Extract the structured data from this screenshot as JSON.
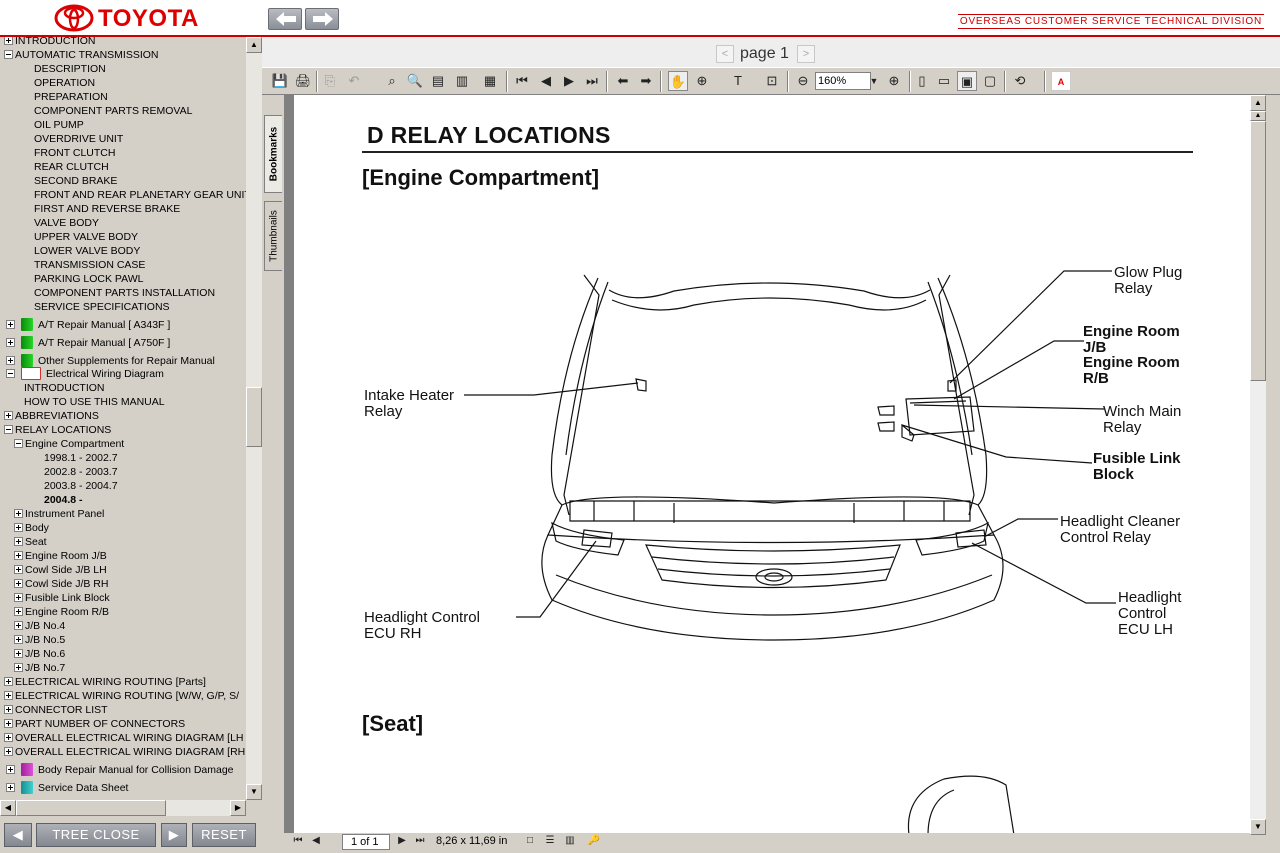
{
  "header": {
    "brand": "TOYOTA",
    "division": "OVERSEAS CUSTOMER SERVICE TECHNICAL DIVISION",
    "colors": {
      "brand_red": "#d00000"
    }
  },
  "tree": {
    "items": [
      {
        "label": "INTRODUCTION",
        "box": "plus",
        "bold": false
      },
      {
        "label": "AUTOMATIC TRANSMISSION",
        "box": "minus",
        "bold": false
      },
      {
        "label": "DESCRIPTION"
      },
      {
        "label": "OPERATION"
      },
      {
        "label": "PREPARATION"
      },
      {
        "label": "COMPONENT PARTS REMOVAL"
      },
      {
        "label": "OIL PUMP"
      },
      {
        "label": "OVERDRIVE UNIT"
      },
      {
        "label": "FRONT CLUTCH"
      },
      {
        "label": "REAR CLUTCH"
      },
      {
        "label": "SECOND BRAKE"
      },
      {
        "label": "FRONT AND REAR PLANETARY GEAR UNIT"
      },
      {
        "label": "FIRST AND REVERSE BRAKE"
      },
      {
        "label": "VALVE BODY"
      },
      {
        "label": "UPPER VALVE BODY"
      },
      {
        "label": "LOWER VALVE BODY"
      },
      {
        "label": "TRANSMISSION CASE"
      },
      {
        "label": "PARKING LOCK PAWL"
      },
      {
        "label": "COMPONENT PARTS INSTALLATION"
      },
      {
        "label": "SERVICE SPECIFICATIONS"
      },
      {
        "label": "A/T Repair Manual [ A343F ]",
        "icon": "green-book-icon"
      },
      {
        "label": "A/T Repair Manual [ A750F ]",
        "icon": "green-book-icon"
      },
      {
        "label": "Other Supplements for Repair Manual",
        "icon": "green-book-icon"
      },
      {
        "label": "Electrical Wiring Diagram",
        "icon": "wiring-book-icon"
      },
      {
        "label": "INTRODUCTION"
      },
      {
        "label": "HOW TO USE THIS MANUAL"
      },
      {
        "label": "ABBREVIATIONS"
      },
      {
        "label": "RELAY LOCATIONS"
      },
      {
        "label": "Engine Compartment"
      },
      {
        "label": "1998.1 - 2002.7"
      },
      {
        "label": "2002.8 - 2003.7"
      },
      {
        "label": "2003.8 - 2004.7"
      },
      {
        "label": "2004.8 -"
      },
      {
        "label": "Instrument Panel"
      },
      {
        "label": "Body"
      },
      {
        "label": "Seat"
      },
      {
        "label": "Engine Room J/B"
      },
      {
        "label": "Cowl Side J/B LH"
      },
      {
        "label": "Cowl Side J/B RH"
      },
      {
        "label": "Fusible Link Block"
      },
      {
        "label": "Engine Room R/B"
      },
      {
        "label": "J/B No.4"
      },
      {
        "label": "J/B No.5"
      },
      {
        "label": "J/B No.6"
      },
      {
        "label": "J/B No.7"
      },
      {
        "label": "ELECTRICAL WIRING ROUTING [Parts]"
      },
      {
        "label": "ELECTRICAL WIRING ROUTING [W/W, G/P, S/"
      },
      {
        "label": "CONNECTOR LIST"
      },
      {
        "label": "PART NUMBER OF CONNECTORS"
      },
      {
        "label": "OVERALL ELECTRICAL WIRING DIAGRAM [LH"
      },
      {
        "label": "OVERALL ELECTRICAL WIRING DIAGRAM [RH"
      },
      {
        "label": "Body Repair Manual for Collision Damage",
        "icon": "pink-book-icon"
      },
      {
        "label": "Service Data Sheet",
        "icon": "teal-book-icon"
      }
    ]
  },
  "footer": {
    "tree_close": "TREE CLOSE",
    "reset": "RESET"
  },
  "viewer": {
    "page_label": "page 1",
    "zoom": "160%",
    "tabs": {
      "bookmarks": "Bookmarks",
      "thumbnails": "Thumbnails"
    },
    "status": {
      "page": "1 of 1",
      "size": "8,26 x 11,69 in"
    }
  },
  "document": {
    "title": "D  RELAY LOCATIONS",
    "section1": "[Engine Compartment]",
    "section2": "[Seat]",
    "labels": {
      "glow_plug": "Glow Plug\nRelay",
      "engine_room_jb": "Engine Room\nJ/B",
      "engine_room_rb": "Engine Room\nR/B",
      "intake_heater": "Intake Heater\nRelay",
      "winch_main": "Winch Main\nRelay",
      "fusible_link": "Fusible Link\nBlock",
      "headlight_cleaner": "Headlight Cleaner\nControl Relay",
      "headlight_ecu_rh": "Headlight Control\nECU RH",
      "headlight_ecu_lh": "Headlight\nControl\nECU LH"
    }
  }
}
